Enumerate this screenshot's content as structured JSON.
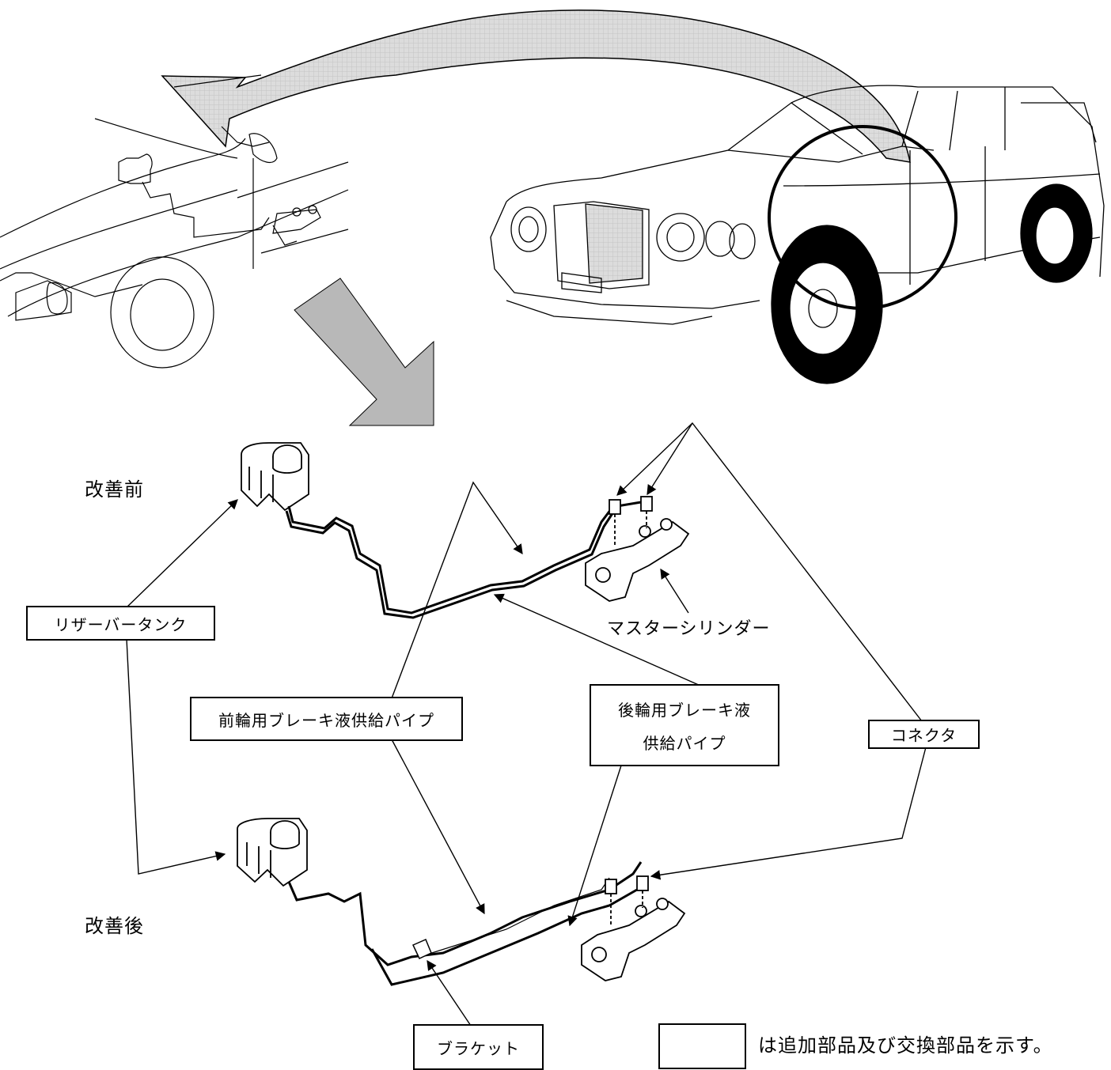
{
  "sections": {
    "before": "改善前",
    "after": "改善後"
  },
  "labels": {
    "reservoir_tank": "リザーバータンク",
    "front_pipe": "前輪用ブレーキ液供給パイプ",
    "rear_pipe_line1": "後輪用ブレーキ液",
    "rear_pipe_line2": "供給パイプ",
    "connector": "コネクタ",
    "master_cylinder": "マスターシリンダー",
    "bracket": "ブラケット"
  },
  "legend": {
    "text": "は追加部品及び交換部品を示す。"
  },
  "colors": {
    "line": "#000000",
    "big_arrow": "#b8b8b8",
    "curved_arrow": "#d0d0d0"
  },
  "icons": [
    "car-icon",
    "car-detail-icon",
    "reservoir-tank-icon",
    "master-cylinder-icon",
    "bracket-icon"
  ]
}
